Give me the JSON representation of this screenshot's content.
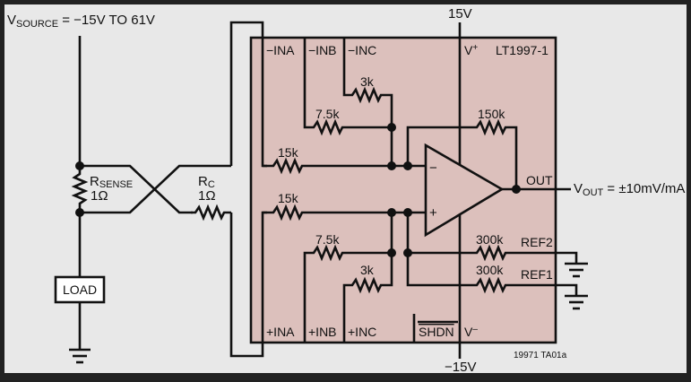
{
  "diagram": {
    "type": "circuit-schematic",
    "title": "LT1997-1 current sense amplifier application",
    "colors": {
      "background": "#e8e8e8",
      "chip_fill": "#dcc0bc",
      "wire": "#111111",
      "frame": "#222222"
    },
    "source": {
      "label_main": "V",
      "label_sub": "SOURCE",
      "label_rest": " = −15V TO 61V"
    },
    "rsense": {
      "label_main": "R",
      "label_sub": "SENSE",
      "value": "1Ω"
    },
    "rc": {
      "label_main": "R",
      "label_sub": "C",
      "value": "1Ω"
    },
    "load": {
      "label": "LOAD"
    },
    "chip": {
      "part": "LT1997-1",
      "vplus_main": "V",
      "vplus_sup": "+",
      "vminus_main": "V",
      "vminus_sup": "–",
      "pins_top": [
        "−INA",
        "−INB",
        "−INC"
      ],
      "pins_bottom": [
        "+INA",
        "+INB",
        "+INC"
      ],
      "shdn": "SHDN",
      "out": "OUT",
      "ref2": "REF2",
      "ref1": "REF1",
      "resistors": {
        "neg_3k": "3k",
        "neg_7_5k": "7.5k",
        "neg_15k": "15k",
        "pos_15k": "15k",
        "pos_7_5k": "7.5k",
        "pos_3k": "3k",
        "feedback": "150k",
        "ref2_r": "300k",
        "ref1_r": "300k"
      },
      "opamp": {
        "minus": "−",
        "plus": "+"
      }
    },
    "supply_top": "15V",
    "supply_bottom": "−15V",
    "vout": {
      "label_main": "V",
      "label_sub": "OUT",
      "label_rest": " = ±10mV/mA"
    },
    "figure_id": "19971 TA01a"
  }
}
